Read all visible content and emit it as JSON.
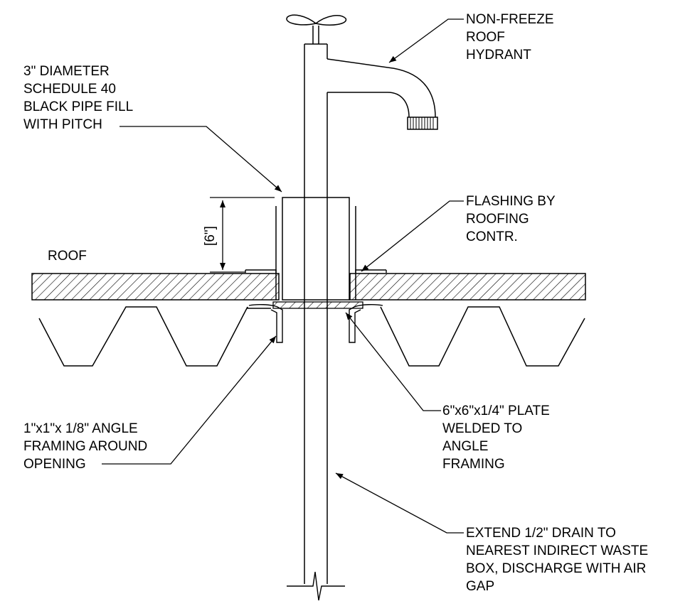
{
  "labels": {
    "hydrant": [
      "NON-FREEZE",
      "ROOF",
      "HYDRANT"
    ],
    "pipe_fill": [
      "3\" DIAMETER",
      "SCHEDULE 40",
      "BLACK PIPE FILL",
      "WITH PITCH"
    ],
    "flashing": [
      "FLASHING BY",
      "ROOFING",
      "CONTR."
    ],
    "roof": "ROOF",
    "dimension": "[6\"]",
    "angle_framing": [
      "1\"x1\"x 1/8\" ANGLE",
      "FRAMING AROUND",
      "OPENING"
    ],
    "plate": [
      "6\"x6\"x1/4\" PLATE",
      "WELDED TO",
      "ANGLE",
      "FRAMING"
    ],
    "drain": [
      "EXTEND 1/2\" DRAIN TO",
      "NEAREST INDIRECT WASTE",
      "BOX, DISCHARGE WITH AIR",
      "GAP"
    ]
  }
}
